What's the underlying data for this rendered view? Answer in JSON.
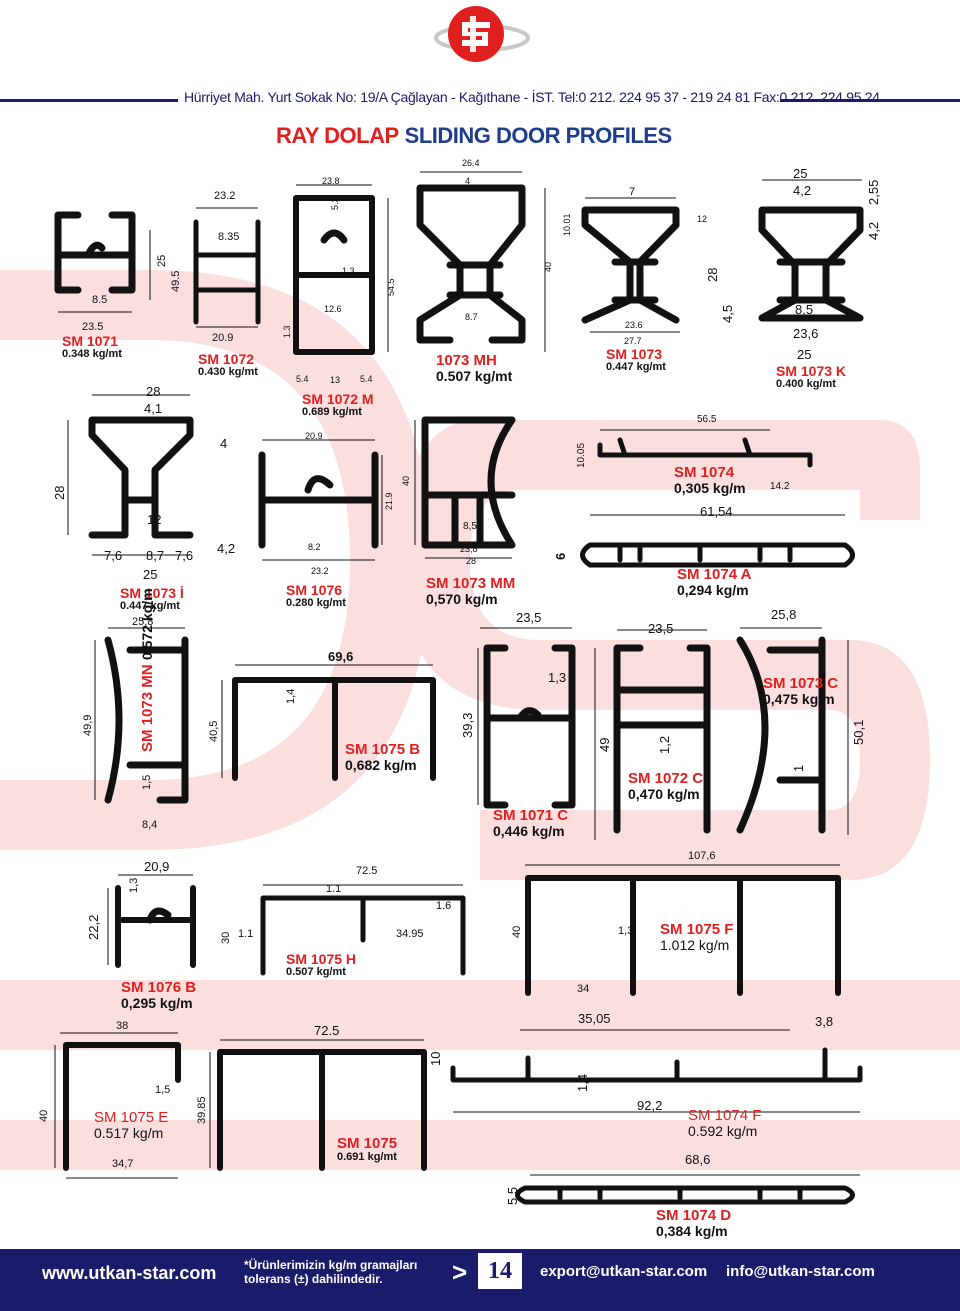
{
  "header": {
    "address": "Hürriyet Mah. Yurt Sokak No: 19/A Çağlayan - Kağıthane - İST. Tel:0 212. 224 95 37 - 219 24 81 Fax:0 212. 224 95 24",
    "title_tr": "RAY DOLAP",
    "title_en": "SLIDING DOOR PROFILES",
    "logo_icon": "sd-monogram-logo",
    "brand_red": "#e0201e",
    "brand_navy": "#1b1b6b"
  },
  "profiles": {
    "p1071": {
      "code": "SM 1071",
      "weight": "0.348 kg/mt"
    },
    "p1072": {
      "code": "SM 1072",
      "weight": "0.430 kg/mt"
    },
    "p1072m": {
      "code": "SM 1072 M",
      "weight": "0.689 kg/mt"
    },
    "p1073mh": {
      "code": "1073 MH",
      "weight": "0.507 kg/mt"
    },
    "p1073": {
      "code": "SM 1073",
      "weight": "0.447 kg/mt"
    },
    "p1073k": {
      "code": "SM 1073 K",
      "weight": "0.400 kg/mt"
    },
    "p1073i": {
      "code": "SM 1073 İ",
      "weight": "0.447 kg/mt"
    },
    "p1076": {
      "code": "SM 1076",
      "weight": "0.280 kg/mt"
    },
    "p1073mm": {
      "code": "SM 1073 MM",
      "weight": "0,570 kg/m"
    },
    "p1074": {
      "code": "SM 1074",
      "weight": "0,305 kg/m"
    },
    "p1074a": {
      "code": "SM 1074 A",
      "weight": "0,294 kg/m"
    },
    "p1073mn": {
      "code": "SM 1073 MN",
      "weight": "0,572 kg/m"
    },
    "p1075b": {
      "code": "SM 1075 B",
      "weight": "0,682 kg/m"
    },
    "p1071c": {
      "code": "SM 1071 C",
      "weight": "0,446 kg/m"
    },
    "p1072c": {
      "code": "SM 1072 C",
      "weight": "0,470 kg/m"
    },
    "p1073c": {
      "code": "SM 1073 C",
      "weight": "0,475 kg/m"
    },
    "p1076b": {
      "code": "SM 1076 B",
      "weight": "0,295 kg/m"
    },
    "p1075h": {
      "code": "SM 1075 H",
      "weight": "0.507 kg/mt"
    },
    "p1075f": {
      "code": "SM 1075 F",
      "weight": "1.012 kg/m"
    },
    "p1075e": {
      "code": "SM 1075 E",
      "weight": "0.517 kg/m"
    },
    "p1075": {
      "code": "SM 1075",
      "weight": "0.691 kg/mt"
    },
    "p1074f": {
      "code": "SM 1074 F",
      "weight": "0.592 kg/m"
    },
    "p1074d": {
      "code": "SM 1074 D",
      "weight": "0,384 kg/m"
    }
  },
  "dims": {
    "d1071": [
      "25",
      "49.5",
      "8.5",
      "23.5"
    ],
    "d1072": [
      "23.2",
      "8.35",
      "20.9"
    ],
    "d1072m": [
      "23.8",
      "5.3",
      "1.3",
      "54.5",
      "12.6",
      "1.3",
      "5.4",
      "13",
      "5.4"
    ],
    "d1073mh": [
      "26.4",
      "4",
      "40",
      "8.7"
    ],
    "d1073": [
      "10.01",
      "7",
      "12",
      "23.6",
      "27.7"
    ],
    "d1073k": [
      "25",
      "4,2",
      "2,55",
      "4,2",
      "28",
      "4,5",
      "8,5",
      "23,6",
      "25"
    ],
    "d1073i": [
      "28",
      "4,1",
      "4",
      "28",
      "12",
      "7,6",
      "8,7",
      "7,6",
      "4,2",
      "25"
    ],
    "d1076": [
      "20.9",
      "21.9",
      "8.2",
      "23.2"
    ],
    "d1073mm": [
      "40",
      "8,5",
      "23,8",
      "28"
    ],
    "d1074": [
      "56.5",
      "10.05",
      "14.2",
      "61,54",
      "6"
    ],
    "d1073mn": [
      "25,8",
      "49,9",
      "1,5",
      "8,4"
    ],
    "d1075b": [
      "69,6",
      "1,4",
      "40,5"
    ],
    "d1071c": [
      "23,5",
      "39,3",
      "1,3"
    ],
    "d1072c": [
      "23,5",
      "49",
      "1,2"
    ],
    "d1073c": [
      "25,8",
      "50,1",
      "1"
    ],
    "d1076b": [
      "20,9",
      "1,3",
      "22,2"
    ],
    "d1075h": [
      "72.5",
      "1.1",
      "1.6",
      "30",
      "1.1",
      "34.95"
    ],
    "d1075f": [
      "107,6",
      "40",
      "1,3",
      "34"
    ],
    "d1075e": [
      "38",
      "1,5",
      "40",
      "34,7"
    ],
    "d1075": [
      "72.5",
      "39.85"
    ],
    "d1074f": [
      "35,05",
      "3,8",
      "10",
      "1,4",
      "92,2",
      "68,6"
    ],
    "d1074d": [
      "5,5"
    ]
  },
  "footer": {
    "website": "www.utkan-star.com",
    "note_line1": "*Ürünlerimizin kg/m gramajları",
    "note_line2": "tolerans (±) dahilindedir.",
    "page_number": "14",
    "arrow": ">",
    "email_export": "export@utkan-star.com",
    "email_info": "info@utkan-star.com"
  }
}
